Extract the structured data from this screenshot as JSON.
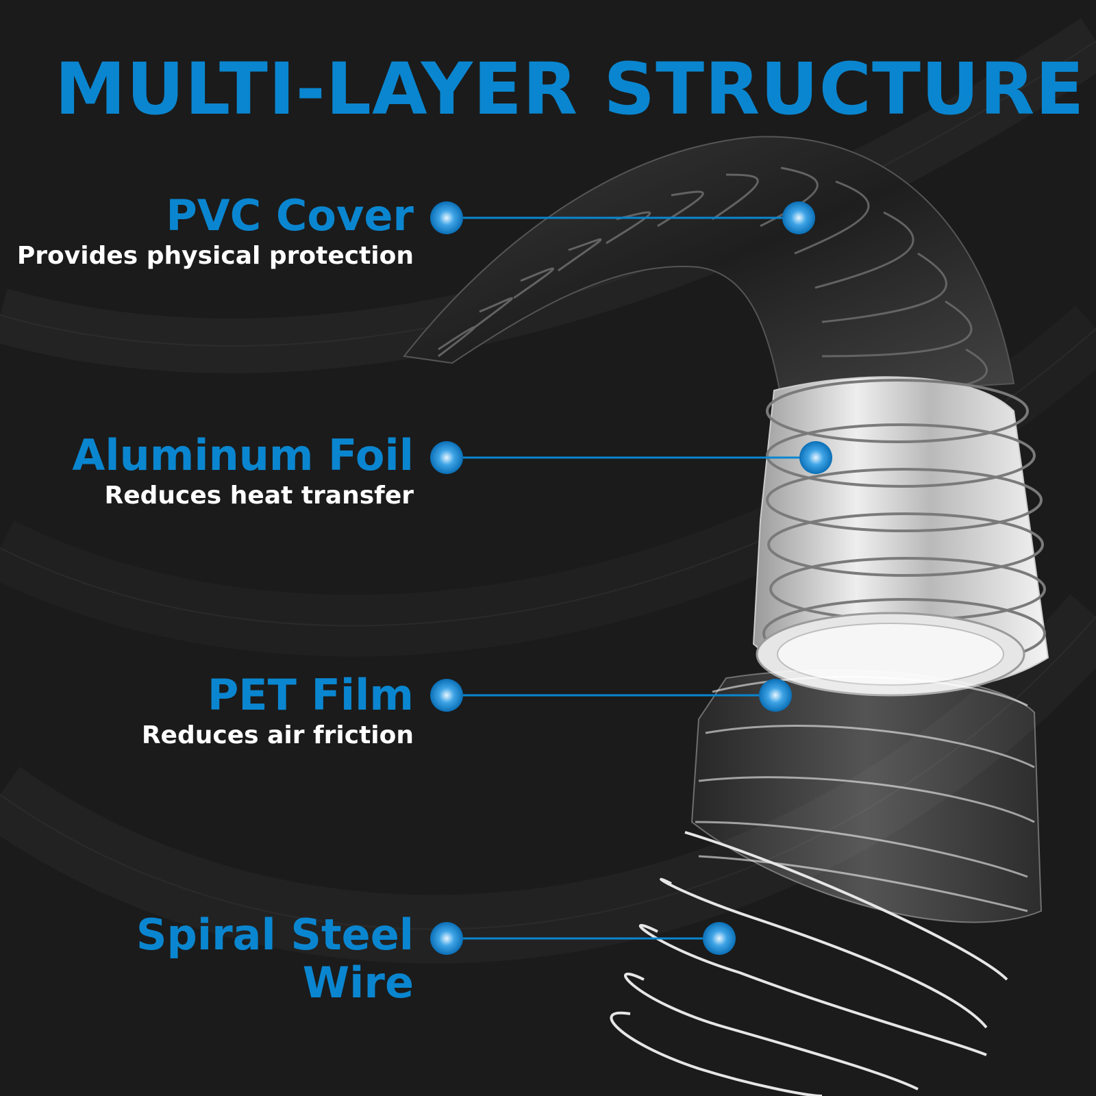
{
  "title": "MULTI-LAYER STRUCTURE",
  "layers": [
    {
      "name": "PVC Cover",
      "description": "Provides physical protection"
    },
    {
      "name": "Aluminum Foil",
      "description": "Reduces heat transfer"
    },
    {
      "name": "PET Film",
      "description": "Reduces air friction"
    },
    {
      "name": "Spiral Steel Wire",
      "description": ""
    }
  ],
  "colors": {
    "accent": "#0a86d0",
    "background": "#1b1b1b",
    "description_text": "#ffffff"
  }
}
